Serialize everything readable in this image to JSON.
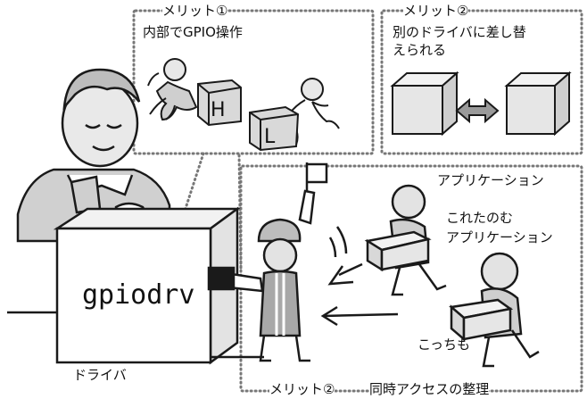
{
  "merit1": {
    "title": "メリット①",
    "desc": "内部でGPIO操作",
    "box_labels": [
      "H",
      "L"
    ]
  },
  "merit2": {
    "title": "メリット②",
    "desc_line1": "別のドライバに差し替",
    "desc_line2": "えられる"
  },
  "merit3": {
    "title": "メリット②",
    "desc": "同時アクセスの整理"
  },
  "driver": {
    "box_text": "gpiodrv",
    "label": "ドライバ"
  },
  "apps": {
    "app1": "アプリケーション",
    "app2_line1": "これたのむ",
    "app2_line2": "アプリケーション",
    "app3": "こっちも"
  },
  "colors": {
    "line": "#1a1a1a",
    "shadow": "#bdbdbd",
    "dots": "#777777",
    "text": "#111111"
  }
}
